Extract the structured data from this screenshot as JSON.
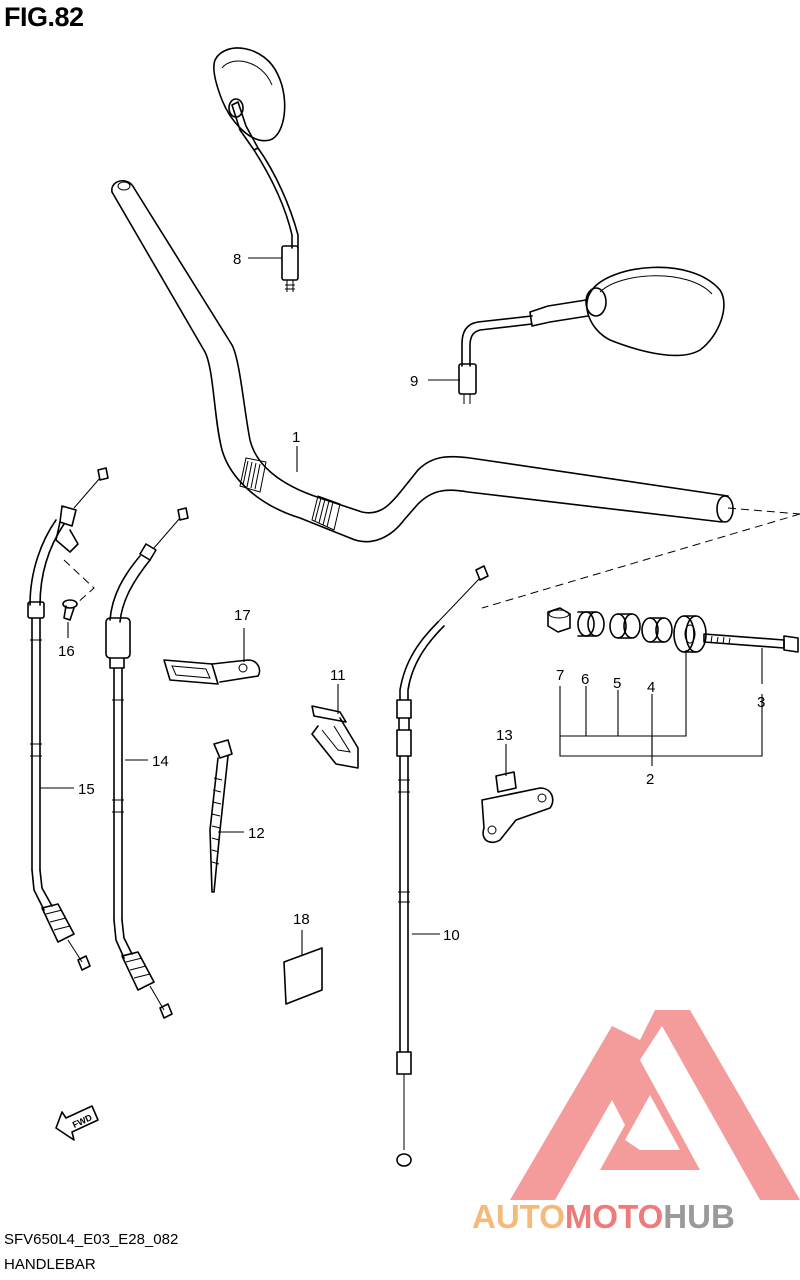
{
  "figure": {
    "title": "FIG.82",
    "model_code": "SFV650L4_E03_E28_082",
    "section_name": "HANDLEBAR"
  },
  "callouts": {
    "p1": "1",
    "p2": "2",
    "p3": "3",
    "p4": "4",
    "p5": "5",
    "p6": "6",
    "p7": "7",
    "p8": "8",
    "p9": "9",
    "p10": "10",
    "p11": "11",
    "p12": "12",
    "p13": "13",
    "p14": "14",
    "p15": "15",
    "p16": "16",
    "p17": "17",
    "p18": "18"
  },
  "fwd_arrow": {
    "label": "FWD"
  },
  "watermark": {
    "word_part1": "AUTO",
    "word_part2": "MOTO",
    "word_part3": "HUB",
    "color_orange": "#f5b97a",
    "color_red": "#f07a7a",
    "color_gray": "#9a9a9a"
  }
}
